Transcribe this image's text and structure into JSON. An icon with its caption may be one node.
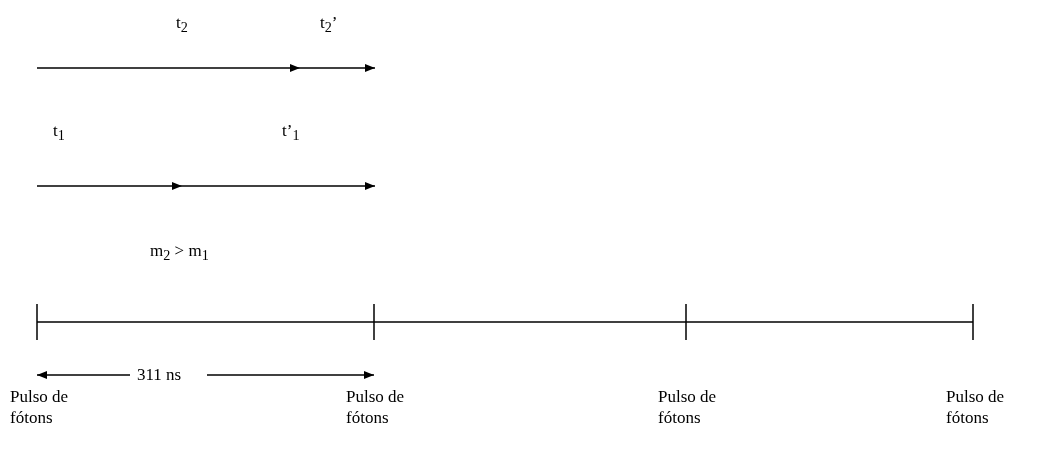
{
  "diagram": {
    "labels": [
      "t$_{2}$",
      "t$_{2}$’",
      "t$_{1}$",
      "t’$_{1}$",
      "m$_{2}$ > m$_{1}$",
      "311 ns",
      "Pulso de fótons",
      "Pulso de fótons",
      "Pulso de fótons",
      "Pulso de fótons"
    ]
  }
}
